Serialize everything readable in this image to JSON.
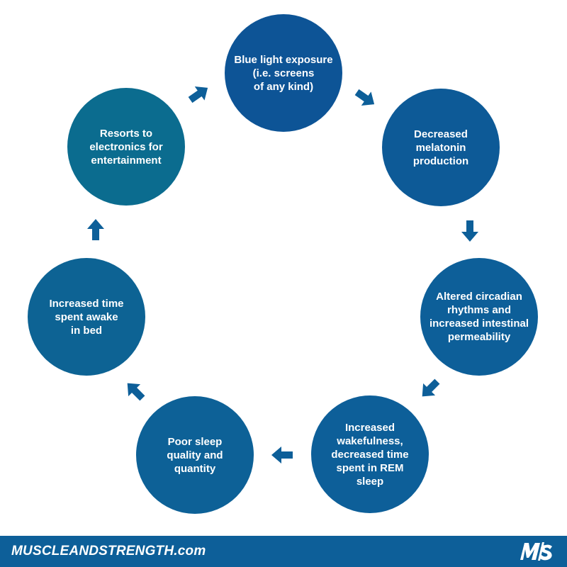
{
  "colors": {
    "node_dark": "#0d5496",
    "node_mid": "#0d5f99",
    "node_teal": "#0b6c8f",
    "arrow": "#0d5f99",
    "footer": "#0d5f99",
    "text": "#ffffff"
  },
  "diagram": {
    "nodes": [
      {
        "id": "blue-light",
        "label": "Blue light exposure\n(i.e. screens\nof any kind)"
      },
      {
        "id": "melatonin",
        "label": "Decreased\nmelatonin\nproduction"
      },
      {
        "id": "circadian",
        "label": "Altered circadian\nrhythms and\nincreased intestinal\npermeability"
      },
      {
        "id": "wakefulness",
        "label": "Increased\nwakefulness,\ndecreased time\nspent in REM\nsleep"
      },
      {
        "id": "poor-sleep",
        "label": "Poor sleep\nquality and\nquantity"
      },
      {
        "id": "awake-in-bed",
        "label": "Increased time\nspent awake\nin bed"
      },
      {
        "id": "electronics",
        "label": "Resorts to\nelectronics for\nentertainment"
      }
    ],
    "arrows": [
      {
        "from": "blue-light",
        "to": "melatonin",
        "icon": "arrow-icon"
      },
      {
        "from": "melatonin",
        "to": "circadian",
        "icon": "arrow-icon"
      },
      {
        "from": "circadian",
        "to": "wakefulness",
        "icon": "arrow-icon"
      },
      {
        "from": "wakefulness",
        "to": "poor-sleep",
        "icon": "arrow-icon"
      },
      {
        "from": "poor-sleep",
        "to": "awake-in-bed",
        "icon": "arrow-icon"
      },
      {
        "from": "awake-in-bed",
        "to": "electronics",
        "icon": "arrow-icon"
      },
      {
        "from": "electronics",
        "to": "blue-light",
        "icon": "arrow-icon"
      }
    ]
  },
  "footer": {
    "brand": "MUSCLEANDSTRENGTH.com",
    "logo_icon": "ms-logo-icon"
  }
}
